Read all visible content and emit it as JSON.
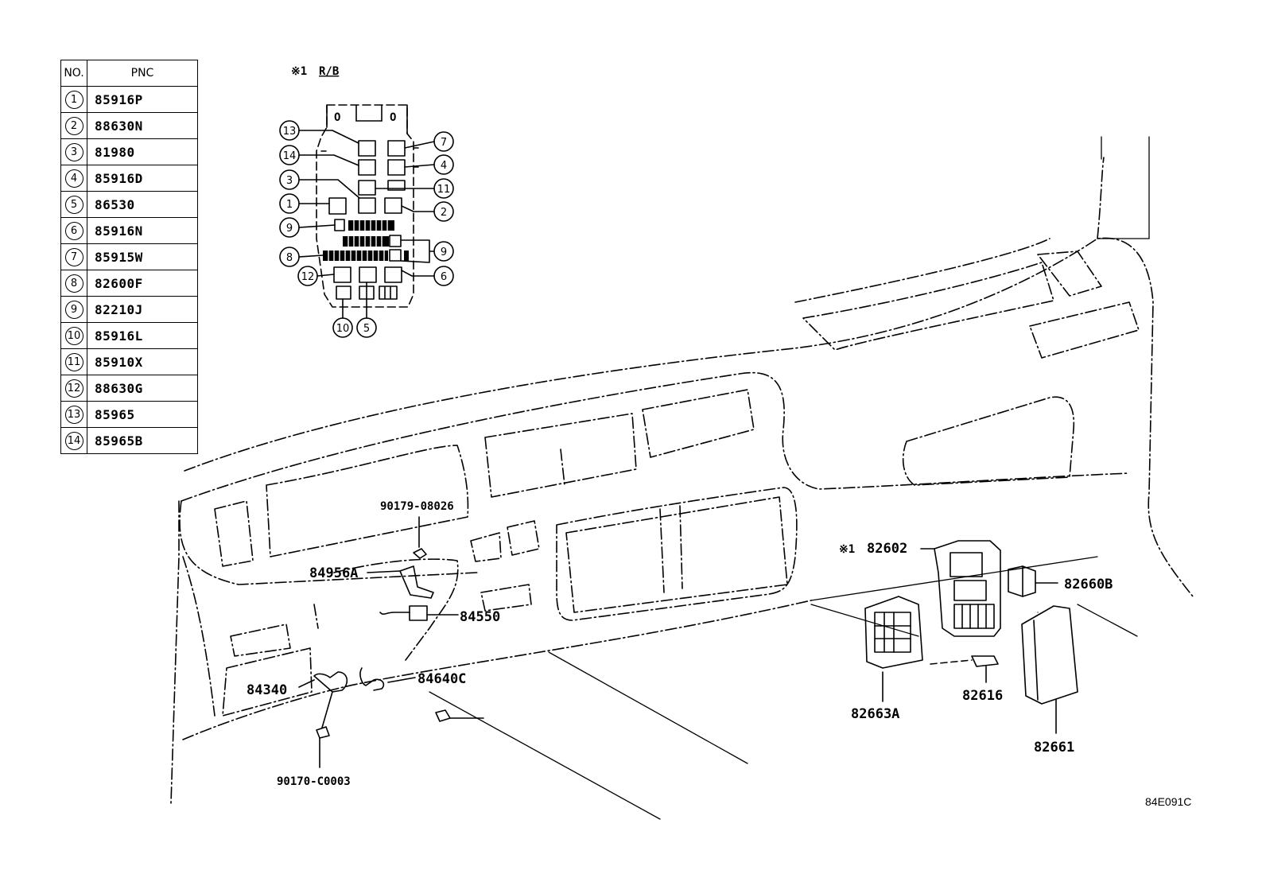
{
  "table": {
    "headers": {
      "no": "NO.",
      "pnc": "PNC"
    },
    "rows": [
      {
        "no": "1",
        "pnc": "85916P"
      },
      {
        "no": "2",
        "pnc": "88630N"
      },
      {
        "no": "3",
        "pnc": "81980"
      },
      {
        "no": "4",
        "pnc": "85916D"
      },
      {
        "no": "5",
        "pnc": "86530"
      },
      {
        "no": "6",
        "pnc": "85916N"
      },
      {
        "no": "7",
        "pnc": "85915W"
      },
      {
        "no": "8",
        "pnc": "82600F"
      },
      {
        "no": "9",
        "pnc": "82210J"
      },
      {
        "no": "10",
        "pnc": "85916L"
      },
      {
        "no": "11",
        "pnc": "85910X"
      },
      {
        "no": "12",
        "pnc": "88630G"
      },
      {
        "no": "13",
        "pnc": "85965"
      },
      {
        "no": "14",
        "pnc": "85965B"
      }
    ]
  },
  "relay_block": {
    "mark": "※1",
    "title": "R/B",
    "top_marks": [
      "O",
      "O"
    ],
    "callouts": [
      "13",
      "14",
      "3",
      "1",
      "9",
      "8",
      "12",
      "10",
      "5",
      "6",
      "9",
      "2",
      "11",
      "4",
      "7"
    ]
  },
  "parts": {
    "p90179": "90179-08026",
    "p84956A": "84956A",
    "p84550": "84550",
    "p84640C": "84640C",
    "p84340": "84340",
    "p90170": "90170-C0003",
    "p82602_mark": "※1",
    "p82602": "82602",
    "p82660B": "82660B",
    "p82663A": "82663A",
    "p82616": "82616",
    "p82661": "82661"
  },
  "reference_code": "84E091C"
}
